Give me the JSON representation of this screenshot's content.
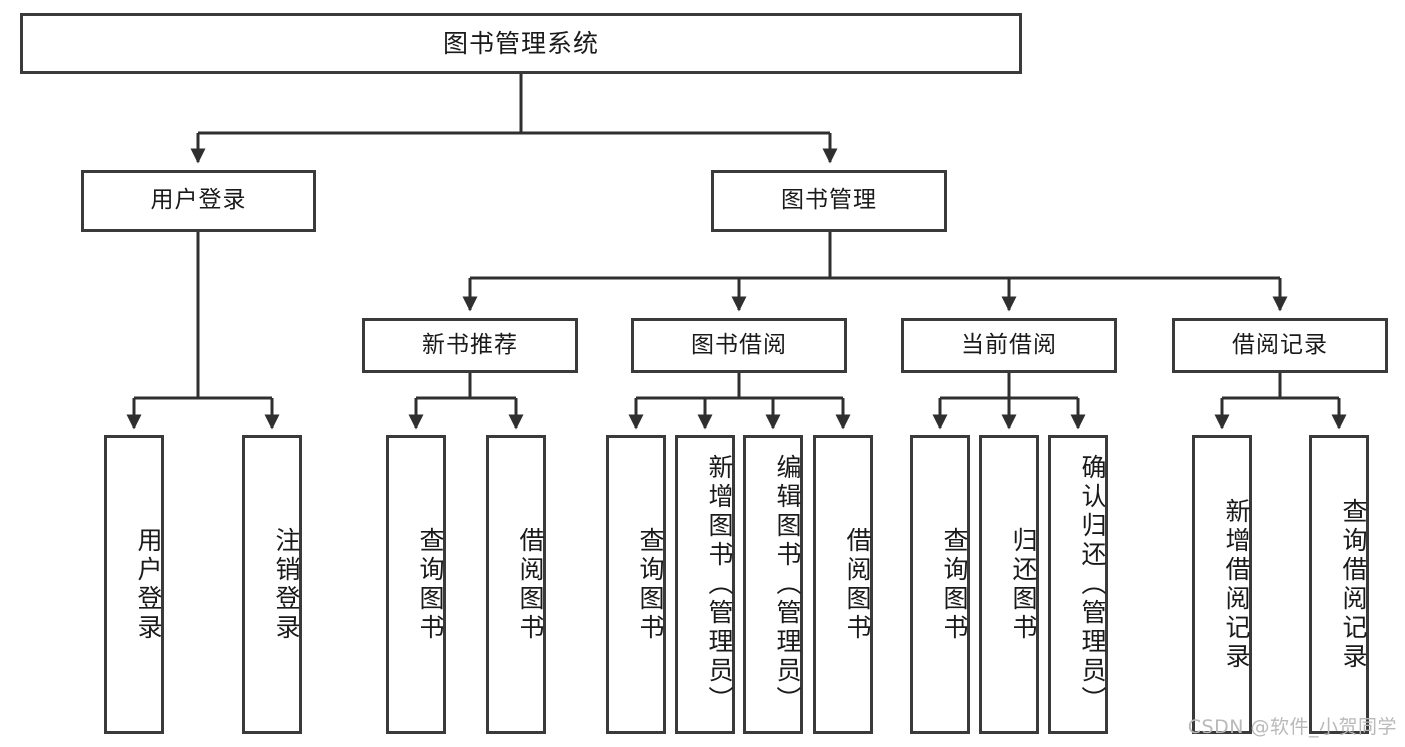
{
  "diagram": {
    "type": "hierarchy-tree",
    "title": "图书管理系统",
    "watermark": "CSDN @软件_小贺同学",
    "colors": {
      "box_border": "#3a3a3a",
      "box_fill": "#ffffff",
      "connector": "#2f2f2f",
      "text": "#1a1a1a",
      "watermark": "#b9b9b9"
    },
    "levels": {
      "root": {
        "label": "图书管理系统"
      },
      "level2": [
        {
          "label": "用户登录"
        },
        {
          "label": "图书管理"
        }
      ],
      "level3": [
        {
          "label": "新书推荐"
        },
        {
          "label": "图书借阅"
        },
        {
          "label": "当前借阅"
        },
        {
          "label": "借阅记录"
        }
      ],
      "leaves": [
        {
          "label": "用户登录"
        },
        {
          "label": "注销登录"
        },
        {
          "label": "查询图书"
        },
        {
          "label": "借阅图书"
        },
        {
          "label": "查询图书"
        },
        {
          "label": "新增图书（管理员）"
        },
        {
          "label": "编辑图书（管理员）"
        },
        {
          "label": "借阅图书"
        },
        {
          "label": "查询图书"
        },
        {
          "label": "归还图书"
        },
        {
          "label": "确认归还（管理员）"
        },
        {
          "label": "新增借阅记录"
        },
        {
          "label": "查询借阅记录"
        }
      ]
    }
  }
}
